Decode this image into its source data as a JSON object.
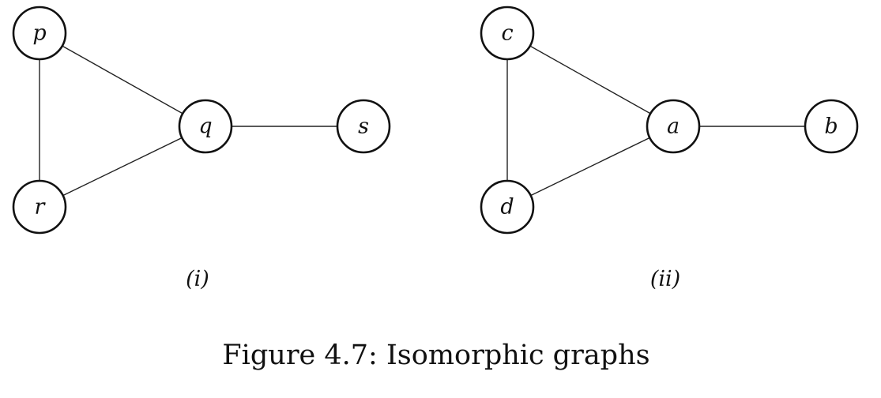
{
  "caption": "Figure 4.7: Isomorphic graphs",
  "graphs": [
    {
      "id": "i",
      "sublabel": "(i)",
      "nodes": [
        "p",
        "q",
        "r",
        "s"
      ],
      "edges": [
        [
          "p",
          "q"
        ],
        [
          "p",
          "r"
        ],
        [
          "r",
          "q"
        ],
        [
          "q",
          "s"
        ]
      ]
    },
    {
      "id": "ii",
      "sublabel": "(ii)",
      "nodes": [
        "c",
        "a",
        "d",
        "b"
      ],
      "edges": [
        [
          "c",
          "a"
        ],
        [
          "c",
          "d"
        ],
        [
          "d",
          "a"
        ],
        [
          "a",
          "b"
        ]
      ]
    }
  ]
}
